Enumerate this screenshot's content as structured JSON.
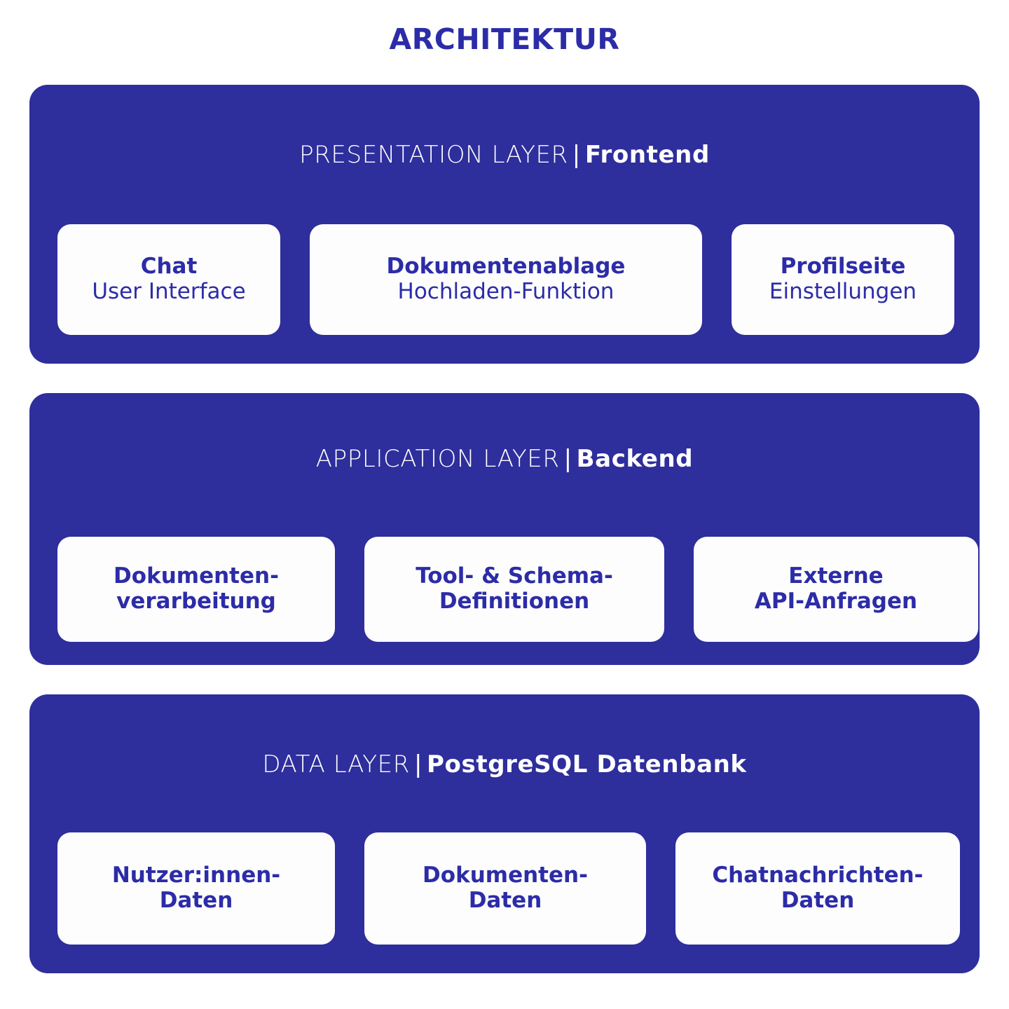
{
  "title": "ARCHITEKTUR",
  "colors": {
    "panel_blue": "#2E2E9C",
    "text_blue": "#2C2CA8",
    "card_white": "#FDFDFD",
    "background": "#FFFFFF",
    "header_text": "#FFFFFF"
  },
  "layers": [
    {
      "header_main": "PRESENTATION LAYER",
      "header_separator": "|",
      "header_sub": "Frontend",
      "cards": [
        {
          "title": "Chat",
          "subtitle": "User Interface"
        },
        {
          "title": "Dokumentenablage",
          "subtitle": "Hochladen-Funktion"
        },
        {
          "title": "Profilseite",
          "subtitle": "Einstellungen"
        }
      ]
    },
    {
      "header_main": "APPLICATION LAYER",
      "header_separator": "|",
      "header_sub": "Backend",
      "cards": [
        {
          "title": "Dokumenten-",
          "subtitle": "verarbeitung"
        },
        {
          "title": "Tool- & Schema-",
          "subtitle": "Definitionen"
        },
        {
          "title": "Externe",
          "subtitle": "API-Anfragen"
        }
      ]
    },
    {
      "header_main": "DATA LAYER",
      "header_separator": "|",
      "header_sub": "PostgreSQL Datenbank",
      "cards": [
        {
          "title": "Nutzer:innen-",
          "subtitle": "Daten"
        },
        {
          "title": "Dokumenten-",
          "subtitle": "Daten"
        },
        {
          "title": "Chatnachrichten-",
          "subtitle": "Daten"
        }
      ]
    }
  ]
}
